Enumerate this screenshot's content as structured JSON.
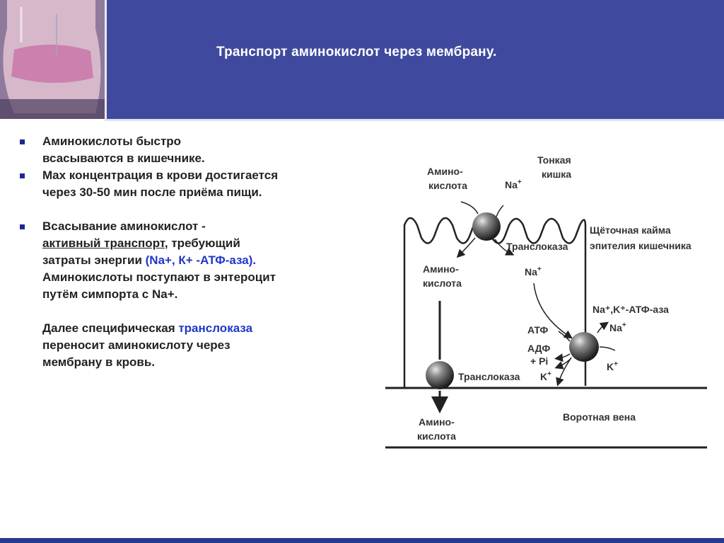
{
  "title": "Транспорт аминокислот через мембрану.",
  "bullets": [
    {
      "lines": [
        "Аминокислоты быстро",
        "всасываются в кишечнике."
      ]
    },
    {
      "lines": [
        "Max концентрация в крови достигается",
        "через 30-50 мин после приёма  пищи."
      ]
    },
    {
      "line1": "Всасывание аминокислот -",
      "line2_underlined": "активный  транспорт",
      "line2_rest": ", требующий",
      "line3_prefix": "затраты энергии ",
      "line3_blue": "(Na+, К+ -АТФ-аза).",
      "line4": "Аминокислоты поступают в энтероцит",
      "line5": "путём симпорта с Na+.",
      "line6": "Далее специфическая ",
      "line6_blue": "транслоказа",
      "line7": "переносит аминокислоту через",
      "line8": "мембрану в кровь."
    }
  ],
  "diagram": {
    "amino_top_1": "Амино-",
    "amino_top_2": "кислота",
    "na_top": "Na",
    "sup_plus": "+",
    "small_intestine_1": "Тонкая",
    "small_intestine_2": "кишка",
    "brush_border_1": "Щёточная кайма",
    "brush_border_2": "эпителия кишечника",
    "translocase_top": "Транслоказа",
    "amino_mid_1": "Амино-",
    "amino_mid_2": "кислота",
    "na_mid": "Na",
    "atpase_label": "Na⁺,K⁺-АТФ-аза",
    "na_right": "Na",
    "atf": "АТФ",
    "adf_1": "АДФ",
    "adf_2": "+ Pi",
    "k_right": "K",
    "translocase_bottom": "Транслоказа",
    "k_bottom": "K",
    "portal_vein": "Воротная вена",
    "amino_bot_1": "Амино-",
    "amino_bot_2": "кислота"
  }
}
